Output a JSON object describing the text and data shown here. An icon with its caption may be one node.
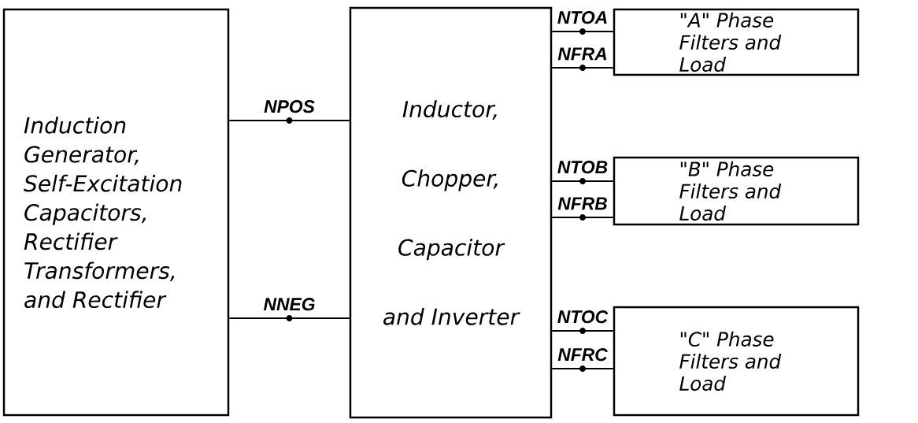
{
  "diagram": {
    "nodes": [
      {
        "text": [
          "Induction Generator, Self-Excitation Capacitors, Rectifier Transformers, and Rectifier"
        ]
      },
      {
        "text": [
          "Inductor, Chopper, Capacitor and Inverter"
        ]
      },
      {
        "text": [
          "\"A\" Phase Filters and Load"
        ]
      },
      {
        "text": [
          "\"B\" Phase Filters and Load"
        ]
      },
      {
        "text": [
          "\"C\" Phase Filters and Load"
        ]
      }
    ],
    "edges": [
      {
        "from": 0,
        "to": 1,
        "arrow": "none",
        "label": "NPOS"
      },
      {
        "from": 0,
        "to": 1,
        "arrow": "none",
        "label": "NNEG"
      },
      {
        "from": 1,
        "to": 2,
        "arrow": "none",
        "label": "NTOA"
      },
      {
        "from": 1,
        "to": 2,
        "arrow": "none",
        "label": "NFRA"
      },
      {
        "from": 1,
        "to": 3,
        "arrow": "none",
        "label": "NTOB"
      },
      {
        "from": 1,
        "to": 3,
        "arrow": "none",
        "label": "NFRB"
      },
      {
        "from": 1,
        "to": 4,
        "arrow": "none",
        "label": "NTOC"
      },
      {
        "from": 1,
        "to": 4,
        "arrow": "none",
        "label": "NFRC"
      }
    ]
  }
}
